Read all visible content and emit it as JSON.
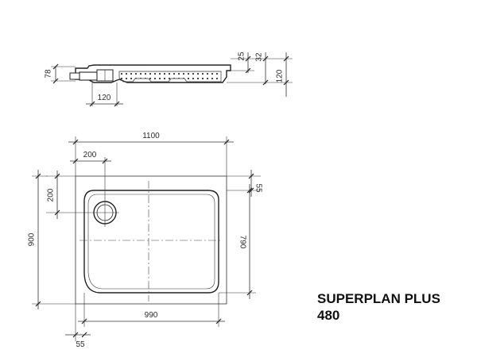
{
  "product": {
    "name": "SUPERPLAN PLUS",
    "model": "480"
  },
  "section_view": {
    "dimensions": {
      "height_left": "78",
      "drain_offset": "120",
      "rim_top": "25",
      "rim_inner": "32",
      "total_height": "120"
    }
  },
  "plan_view": {
    "dimensions": {
      "overall_width": "1100",
      "drain_offset_x": "200",
      "drain_offset_y": "200",
      "top_margin": "55",
      "overall_depth": "900",
      "inner_depth": "790",
      "inner_width": "990",
      "left_margin": "55"
    }
  }
}
